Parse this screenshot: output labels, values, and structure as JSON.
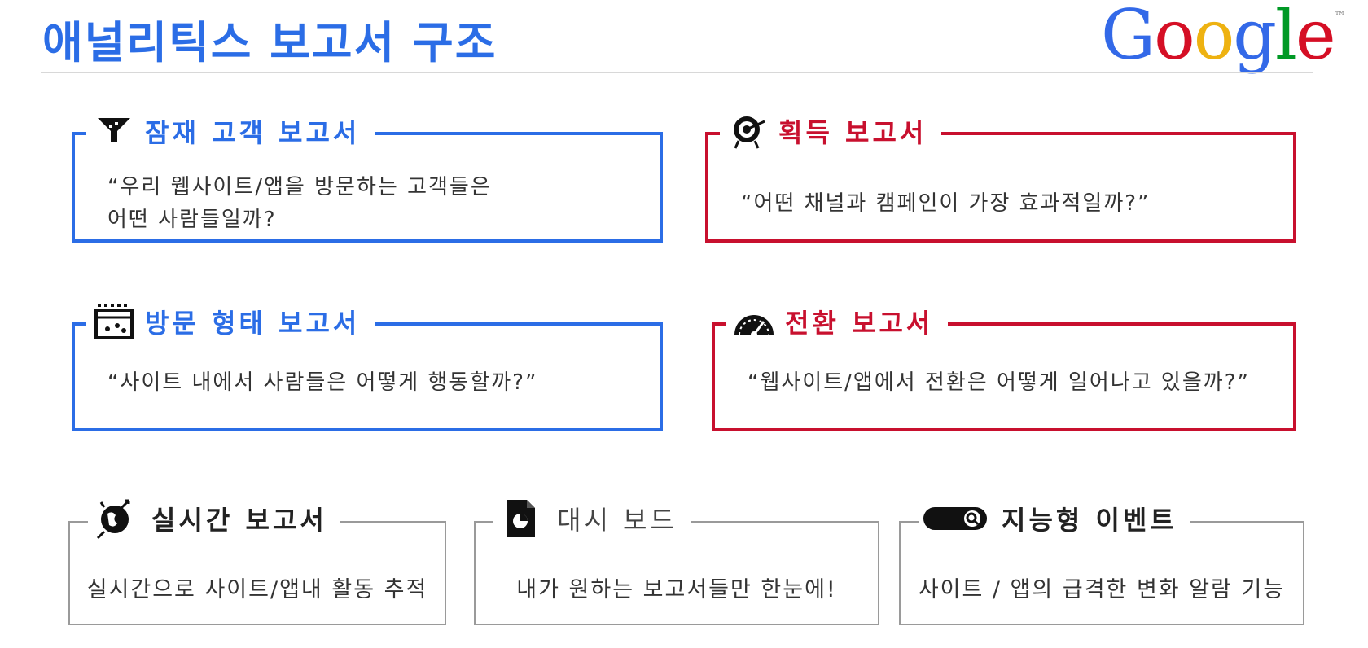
{
  "title": "애널리틱스 보고서 구조",
  "logo": {
    "letters": [
      {
        "char": "G",
        "color": "#3369e8"
      },
      {
        "char": "o",
        "color": "#d50f25"
      },
      {
        "char": "o",
        "color": "#eeb211"
      },
      {
        "char": "g",
        "color": "#3369e8"
      },
      {
        "char": "l",
        "color": "#009925"
      },
      {
        "char": "e",
        "color": "#d50f25"
      }
    ],
    "tm": "™"
  },
  "colors": {
    "blue": "#2b6de6",
    "red": "#c8102e",
    "gray": "#9a9a9a"
  },
  "reports": {
    "audience": {
      "title": "잠재 고객 보고서",
      "icon": "funnel-icon",
      "desc": "“우리 웹사이트/앱을 방문하는 고객들은 어떤 사람들일까?"
    },
    "acquisition": {
      "title": "획득 보고서",
      "icon": "target-icon",
      "desc": "“어떤 채널과 캠페인이 가장 효과적일까?”"
    },
    "behavior": {
      "title": "방문 형태 보고서",
      "icon": "browser-icon",
      "desc": "“사이트 내에서 사람들은 어떻게 행동할까?”"
    },
    "conversion": {
      "title": "전환 보고서",
      "icon": "speedometer-icon",
      "desc": "“웹사이트/앱에서 전환은 어떻게 일어나고 있을까?”"
    }
  },
  "features": {
    "realtime": {
      "title": "실시간 보고서",
      "icon": "globe-icon",
      "desc": "실시간으로 사이트/앱내 활동 추적"
    },
    "dashboard": {
      "title": "대시 보드",
      "icon": "document-chart-icon",
      "desc": "내가 원하는 보고서들만 한눈에!"
    },
    "intelligence": {
      "title": "지능형 이벤트",
      "icon": "toggle-search-icon",
      "desc": "사이트 / 앱의 급격한 변화 알람 기능"
    }
  }
}
